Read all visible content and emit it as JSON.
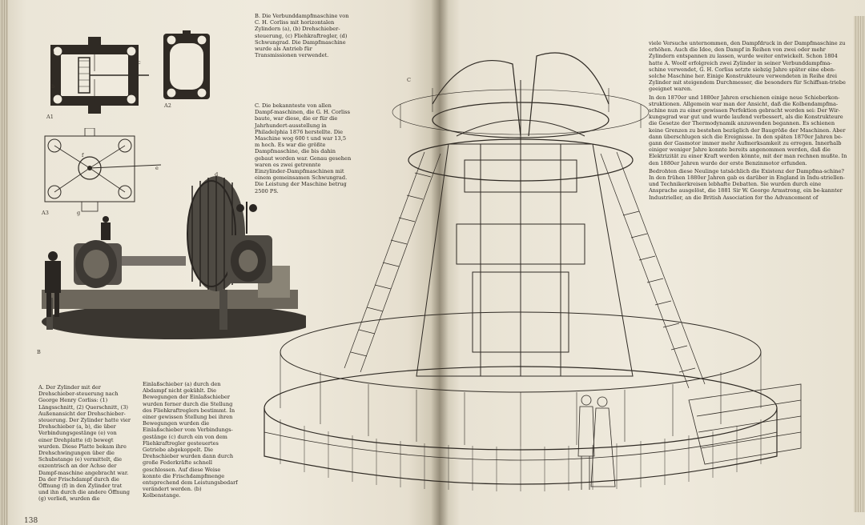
{
  "figure_labels": {
    "a1": "A1",
    "a2": "A2",
    "a3": "A3",
    "b": "B",
    "c": "C",
    "part_a": "a",
    "part_b": "b",
    "part_c": "c",
    "part_d": "d",
    "part_e": "e",
    "part_f": "f",
    "part_g": "g"
  },
  "left_page": {
    "caption_b": "B. Die Verbunddampfmaschine von C. H. Corliss mit horizontalen Zylindern (a), (b) Drehschieber-steuerung, (c) Fliehkraftregler, (d) Schwungrad. Die Dampfmaschine wurde als Antrieb für Transmissionen verwendet.",
    "caption_c": "C. Die bekannteste von allen Dampf-maschinen, die G. H. Corliss baute, war diese, die er für die Jahrhundert-ausstellung in Philadelphia 1876 herstellte. Die Maschine wog 600 t und war 13,5 m hoch. Es war die größte Dampfmaschine, die bis dahin gebaut worden war. Genau gesehen waren es zwei getrennte Einzylinder-Dampfmaschinen mit einem gemeinsamen Schwungrad. Die Leistung der Maschine betrug 2500 PS.",
    "caption_a_col1": "A. Der Zylinder mit der Drehschieber-steuerung nach George Henry Corliss: (1) Längsschnitt, (2) Querschnitt, (3) Außenansicht der Drehschieber-steuerung. Der Zylinder hatte vier Drehschieber (a, b), die über Verbindungsgestänge (e) von einer Drehplatte (d) bewegt wurden. Diese Platte bekam ihre Drehschwingungen über die Schubstange (e) vermittelt, die exzentrisch an der Achse der Dampf-maschine angebracht war. Da der Frischdampf durch die Öffnung (f) in den Zylinder trat und ihn durch die andere Öffnung (g) verließ, wurden die",
    "caption_a_col2": "Einlaßschieber (a) durch den Abdampf nicht gekühlt. Die Bewegungen der Einlaßschieber wurden ferner durch die Stellung des Fliehkraftreglers bestimmt. In einer gewissen Stellung bei ihren Bewegungen wurden die Einlaßschieber vom Verbindungs-gestänge (c) durch ein von dem Fliehkraftregler gesteuertes Getriebe abgekoppelt. Die Drehschieber wurden dann durch große Federkräfte schnell geschlossen. Auf diese Weise konnte die Frischdampfmenge entsprechend dem Leistungsbedarf verändert werden. (b) Kolbenstange.",
    "page_number": "138"
  },
  "right_page": {
    "paragraphs": [
      "viele Versuche unternommen, den Dampfdruck in der Dampfmaschine zu erhöhen. Auch die Idee, den Dampf in Reihen von zwei oder mehr Zylindern entspannen zu lassen, wurde weiter entwickelt. Schon 1804 hatte A. Woolf erfolgreich zwei Zylinder in seiner Verbunddampfma-schine verwendet, G. H. Corliss setzte siebzig Jahre später eine eben-solche Maschine her. Einige Konstrukteure verwendeten in Reihe drei Zylinder mit steigendem Durchmesser, die besonders für Schiffsan-triebe geeignet waren.",
      "In den 1870er und 1880er Jahren erschienen einige neue Schieberkon-struktionen. Allgemein war man der Ansicht, daß die Kolbendampfma-schine nun zu einer gewissen Perfektion gebracht worden sei: Der Wir-kungsgrad war gut und wurde laufend verbessert, als die Konstrukteure die Gesetze der Thermodynamik anzuwenden begannen. Es schienen keine Grenzen zu bestehen bezüglich der Baugröße der Maschinen. Aber dann überschlugen sich die Ereignisse. In den späten 1870er Jahren be-gann der Gasmotor immer mehr Aufmerksamkeit zu erregen. Innerhalb einiger weniger Jahre konnte bereits angenommen werden, daß die Elektrizität zu einer Kraft werden könnte, mit der man rechnen mußte. In den 1880er Jahren wurde der erste Benzinmotor erfunden.",
      "Bedrohten diese Neulinge tatsächlich die Existenz der Dampfma-schine? In den frühen 1880er Jahren gab es darüber in England in Indu-striellen- und Technikerkreisen lebhafte Debatten. Sie wurden durch eine Ansprache ausgelöst, die 1881 Sir W. George Armstrong, ein be-kannter Industrieller, an die British Association for the Advancement of"
    ]
  },
  "colors": {
    "paper": "#efeadd",
    "ink": "#2b2620",
    "background": "#2a2622"
  }
}
